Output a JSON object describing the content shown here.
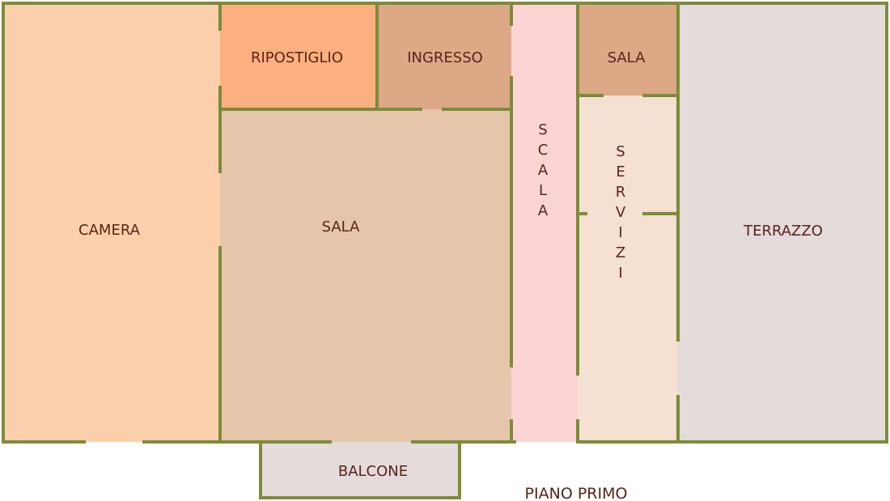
{
  "floor_title": "PIANO PRIMO",
  "rooms": {
    "camera": {
      "label": "CAMERA",
      "color": "#fcd0ac"
    },
    "ripostiglio": {
      "label": "RIPOSTIGLIO",
      "color": "#fdb07f"
    },
    "ingresso": {
      "label": "INGRESSO",
      "color": "#dda886"
    },
    "sala_main": {
      "label": "SALA",
      "color": "#e6c6ab"
    },
    "scala": {
      "label": "SCALA",
      "letters": [
        "S",
        "C",
        "A",
        "L",
        "A"
      ],
      "color": "#fdd4d4"
    },
    "sala_small": {
      "label": "SALA",
      "color": "#dda886"
    },
    "servizi": {
      "label": "SERVIZI",
      "letters": [
        "S",
        "E",
        "R",
        "V",
        "I",
        "Z",
        "I"
      ],
      "color": "#f4e1d2"
    },
    "terrazzo": {
      "label": "TERRAZZO",
      "color": "#e4dbdb"
    },
    "balcone": {
      "label": "BALCONE",
      "color": "#e4dbdb"
    }
  },
  "colors": {
    "wall": "#7d8b3a",
    "text": "#5a2418"
  }
}
